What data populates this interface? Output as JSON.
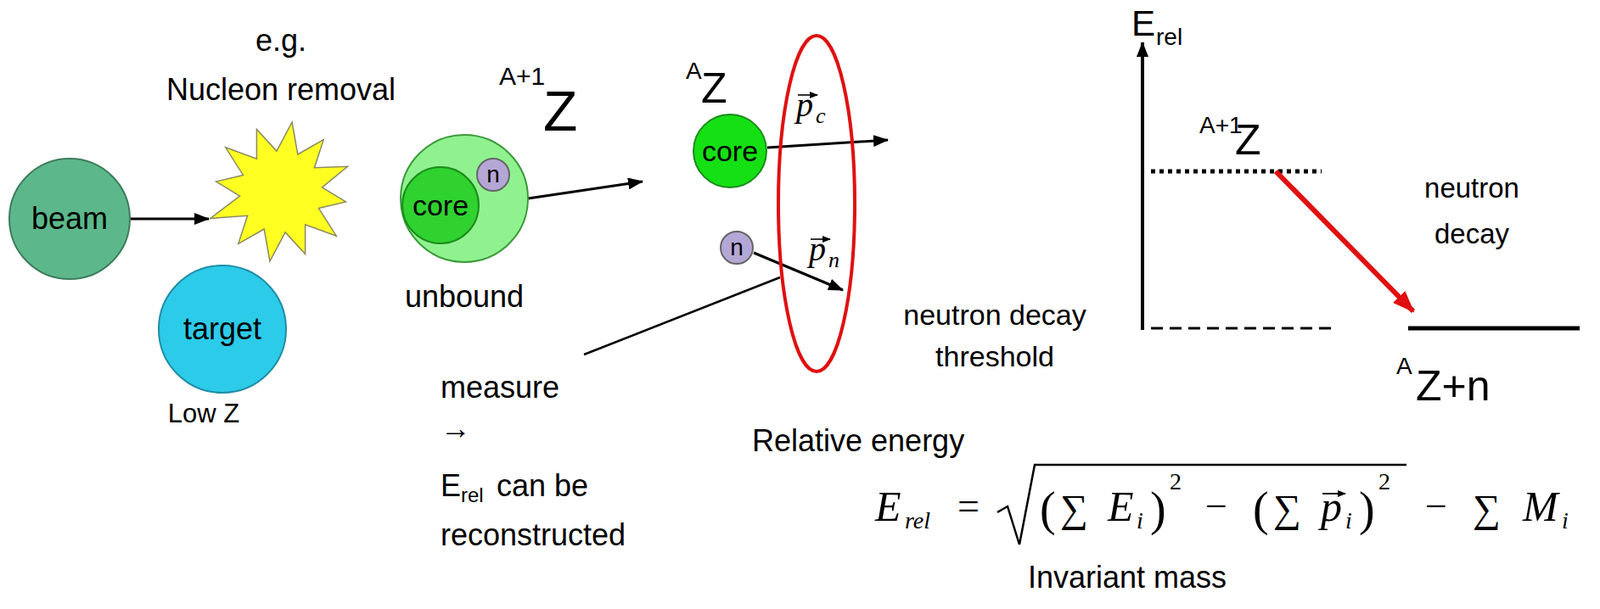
{
  "diagram": {
    "nodes": [
      {
        "text": [
          "beam"
        ]
      },
      {
        "text": [
          "e.g.",
          "Nucleon removal"
        ]
      },
      {
        "text": [
          "target"
        ]
      },
      {
        "text": [
          "unbound"
        ]
      },
      {
        "text": [
          "core"
        ],
        "in": 3
      },
      {
        "text": [
          "n"
        ],
        "in": 3
      },
      {
        "text": [
          "core"
        ]
      },
      {
        "text": [
          "n"
        ]
      }
    ],
    "edges": [
      {
        "from": 0,
        "to": 1,
        "arrow": "to"
      }
    ],
    "labels": [
      "Low Z",
      "A+1",
      "Z",
      "A",
      "Z",
      "p",
      "c",
      "p",
      "n",
      "measure",
      "→",
      "E",
      "rel",
      "can be reconstructed",
      "E",
      "rel",
      "A+1",
      "Z",
      "neutron decay",
      "neutron decay threshold",
      "A",
      "Z+n",
      "Relative energy",
      "E",
      "rel",
      "=",
      "(",
      "∑",
      "E",
      "i",
      ")",
      "2",
      "−",
      "(",
      "∑",
      "p",
      "i",
      ")",
      "2",
      "−",
      "∑",
      "M",
      "i",
      "Invariant mass"
    ]
  }
}
